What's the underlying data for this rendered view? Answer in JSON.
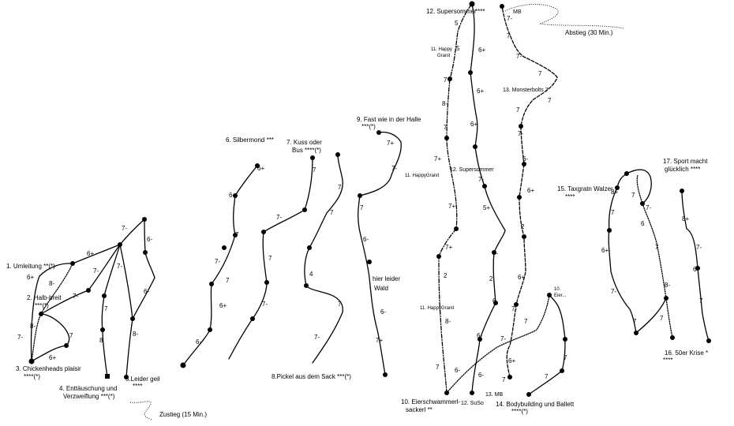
{
  "routes": [
    {
      "id": "r1",
      "label": "1. Umleitung **(*)"
    },
    {
      "id": "r2a",
      "label": "2.  Halb-breit"
    },
    {
      "id": "r2b",
      "label": "***(*)"
    },
    {
      "id": "r3a",
      "label": "3. Chickenheads plaisir"
    },
    {
      "id": "r3b",
      "label": "****(*)"
    },
    {
      "id": "r4a",
      "label": "4. Enttäuschung und"
    },
    {
      "id": "r4b",
      "label": "Verzweiflung ***(*)"
    },
    {
      "id": "r5a",
      "label": "5.Leider geil"
    },
    {
      "id": "r5b",
      "label": "****"
    },
    {
      "id": "r6",
      "label": "6. Silbermond ***"
    },
    {
      "id": "r7a",
      "label": "7. Kuss oder"
    },
    {
      "id": "r7b",
      "label": "Bus ****(*)"
    },
    {
      "id": "r8",
      "label": "8.Pickel aus dem Sack ***(*)"
    },
    {
      "id": "r9a",
      "label": "9. Fast wie in der Halle"
    },
    {
      "id": "r9b",
      "label": "***(*)"
    },
    {
      "id": "r10a",
      "label": "10. Eierschwammerl-"
    },
    {
      "id": "r10b",
      "label": "sackerl **"
    },
    {
      "id": "r11a",
      "label": "11. Happy"
    },
    {
      "id": "r11b",
      "label": "Granit"
    },
    {
      "id": "r11c",
      "label": "11. HappyGranit"
    },
    {
      "id": "r11d",
      "label": "11. HappyGranit"
    },
    {
      "id": "r12a",
      "label": "12. Supersommer"
    },
    {
      "id": "r12b",
      "label": "****"
    },
    {
      "id": "r12c",
      "label": "12. Supersommer"
    },
    {
      "id": "r12d",
      "label": "12. SuSo"
    },
    {
      "id": "r13a",
      "label": "13. Monsterbolts 7"
    },
    {
      "id": "r13b",
      "label": "13. MB"
    },
    {
      "id": "r13c",
      "label": "MB"
    },
    {
      "id": "r14a",
      "label": "14. Bodybuilding und Ballett"
    },
    {
      "id": "r14b",
      "label": "****(*)"
    },
    {
      "id": "r10c",
      "label": "10."
    },
    {
      "id": "r10d",
      "label": "Eier..."
    },
    {
      "id": "r15a",
      "label": "15. Taxgratn Walzer"
    },
    {
      "id": "r15b",
      "label": "****"
    },
    {
      "id": "r16a",
      "label": "16. 50er Krise *"
    },
    {
      "id": "r16b",
      "label": "****"
    },
    {
      "id": "r17a",
      "label": "17. Sport macht"
    },
    {
      "id": "r17b",
      "label": "glücklich ****"
    }
  ],
  "annotations": {
    "zustieg": "Zustieg (15 Min.)",
    "abstieg": "Abstieg (30 Min.)",
    "wald1": "hier leider",
    "wald2": "Wald"
  },
  "grades": [
    "6+",
    "6+",
    "8-",
    "7-",
    "8-",
    "7-",
    "7",
    "6+",
    "7-",
    "7-",
    "8",
    "7",
    "8-",
    "6-",
    "7-",
    "6-",
    "6+",
    "6+",
    "7",
    "7-",
    "7",
    "6+",
    "6-",
    "7",
    "7-",
    "7",
    "7",
    "7",
    "7-",
    "4",
    "7",
    "7-",
    "7+",
    "7-",
    "7",
    "6-",
    "6-",
    "7+",
    "5",
    "5",
    "6+",
    "7+",
    "8-",
    "6+",
    "7",
    "6+",
    "7+",
    "7-",
    "7+",
    "5+",
    "7+",
    "7-",
    "2",
    "2",
    "8-",
    "6",
    "6-",
    "7",
    "6-",
    "6-",
    "7-",
    "7",
    "7-",
    "7",
    "7",
    "7",
    "7-",
    "6-",
    "6+",
    "2",
    "6+",
    "7-",
    "7-",
    "6+",
    "7",
    "7",
    "7",
    "8+",
    "7",
    "7",
    "7-",
    "6",
    "7",
    "6+",
    "8-",
    "7-",
    "7",
    "7",
    "8+",
    "7-",
    "6-",
    "7"
  ]
}
